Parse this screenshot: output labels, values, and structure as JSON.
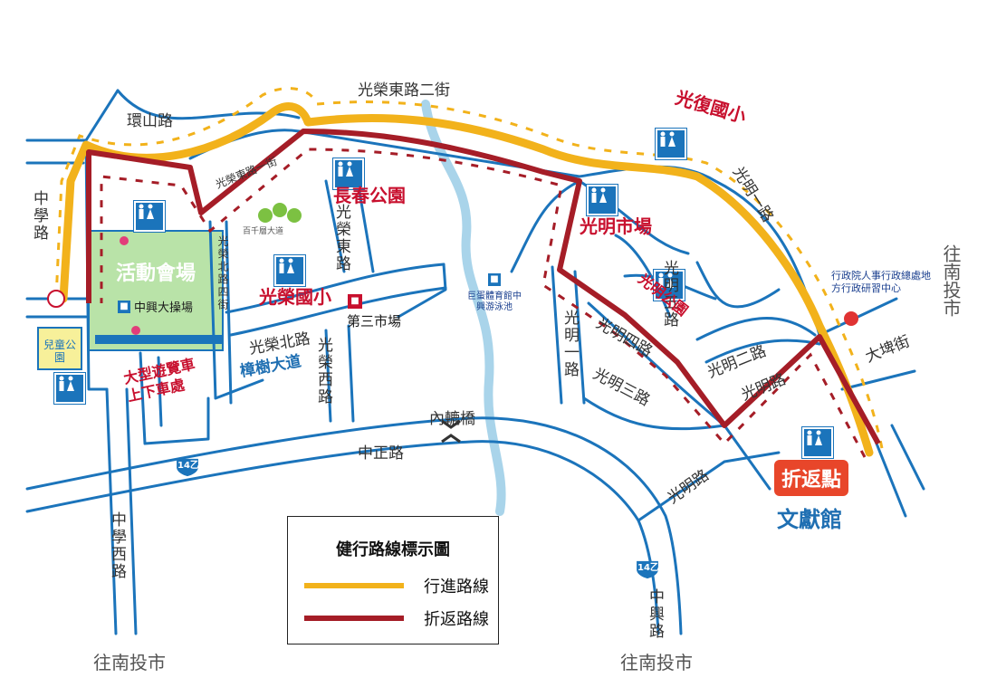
{
  "roads": {
    "huanshan": "環山路",
    "guangrong_east_2": "光榮東路二街",
    "guangrong_east_1": "光榮東路一街",
    "guangrong_north_4": "光榮北路四街",
    "guangrong_east": "光榮東路",
    "guangrong_north": "光榮北路",
    "guangrong_west": "光榮西路",
    "zhongxue": "中學路",
    "zhongxue_west": "中學西路",
    "zhongzheng": "中正路",
    "zhongxing": "中興路",
    "guangming_1": "光明一路",
    "guangming_1b": "光明一路",
    "guangming_2": "光明二路",
    "guangming_3": "光明三路",
    "guangming_4": "光明四路",
    "guangming_5": "光明五路",
    "guangming": "光明路",
    "guangming_b": "光明路",
    "dakun": "大埤街",
    "neiyi_bridge": "內轆橋"
  },
  "places": {
    "activity_venue": "活動會場",
    "zhongxing_field": "中興大操場",
    "changchun_park": "長春公園",
    "guangrong_school": "光榮國小",
    "guangfu_school": "光復國小",
    "guangming_market": "光明市場",
    "guangming_park": "光明公園",
    "third_market": "第三市場",
    "zhangshu_ave": "樟樹大道",
    "bus_area": "大型遊覽車上下車處",
    "kids_park": "兒童公園",
    "stadium": "巨蛋體育館中興游泳池",
    "personnel_center": "行政院人事行政總處地方行政研習中心",
    "baiqian_ave": "百千層大道",
    "turnaround": "折返點",
    "museum": "文獻館"
  },
  "destinations": {
    "nantou_left": "往南投市",
    "nantou_right": "往南投市",
    "nantou_east": "往南投市"
  },
  "highway": {
    "label": "14乙"
  },
  "legend": {
    "title": "健行路線標示圖",
    "forward_label": "行進路線",
    "return_label": "折返路線",
    "forward_color": "#f2b21b",
    "return_color": "#a51d27"
  },
  "colors": {
    "road": "#1b74bb",
    "river": "#a9d4ea",
    "venue": "#b9e3a8",
    "kids_park": "#f7f09a",
    "accent_red": "#c8102e",
    "accent_blue": "#1f6fb2"
  }
}
